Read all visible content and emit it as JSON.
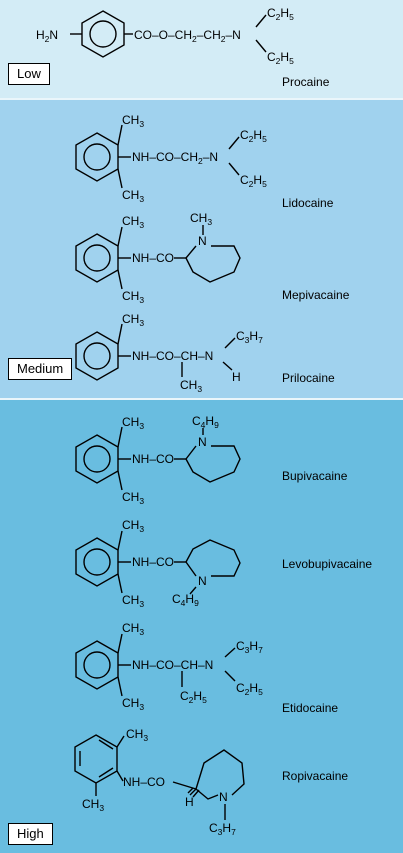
{
  "levels": {
    "low": "Low",
    "medium": "Medium",
    "high": "High"
  },
  "drugs": [
    {
      "id": "procaine",
      "name": "Procaine",
      "level": "low"
    },
    {
      "id": "lidocaine",
      "name": "Lidocaine",
      "level": "medium"
    },
    {
      "id": "mepivacaine",
      "name": "Mepivacaine",
      "level": "medium"
    },
    {
      "id": "prilocaine",
      "name": "Prilocaine",
      "level": "medium"
    },
    {
      "id": "bupivacaine",
      "name": "Bupivacaine",
      "level": "high"
    },
    {
      "id": "levobupivacaine",
      "name": "Levobupivacaine",
      "level": "high"
    },
    {
      "id": "etidocaine",
      "name": "Etidocaine",
      "level": "high"
    },
    {
      "id": "ropivacaine",
      "name": "Ropivacaine",
      "level": "high"
    }
  ],
  "formula": {
    "procaine": {
      "amine": "H",
      "amine_sub": "2",
      "amine_n": "N",
      "chain": "CO–O–CH",
      "chain_sub": "2",
      "chain_b": "–CH",
      "chain_b_sub": "2",
      "n": "–N",
      "r1": "C",
      "r1_sub": "2",
      "r1_b": "H",
      "r1_b_sub": "5",
      "r2": "C",
      "r2_sub": "2",
      "r2_b": "H",
      "r2_b_sub": "5"
    },
    "lidocaine": {
      "me_top": "CH",
      "me_top_sub": "3",
      "me_bot": "CH",
      "me_bot_sub": "3",
      "chain": "NH–CO–CH",
      "chain_sub": "2",
      "n": "–N",
      "r1": "C",
      "r1_sub": "2",
      "r1_b": "H",
      "r1_b_sub": "5",
      "r2": "C",
      "r2_sub": "2",
      "r2_b": "H",
      "r2_b_sub": "5"
    },
    "mepivacaine": {
      "me_top": "CH",
      "me_top_sub": "3",
      "me_bot": "CH",
      "me_bot_sub": "3",
      "chain": "NH–CO",
      "ring_n": "N",
      "n_sub": "CH",
      "n_sub_sub": "3"
    },
    "prilocaine": {
      "me_top": "CH",
      "me_top_sub": "3",
      "chain": "NH–CO–CH–N",
      "r1": "C",
      "r1_sub": "3",
      "r1_b": "H",
      "r1_b_sub": "7",
      "h": "H",
      "down": "CH",
      "down_sub": "3"
    },
    "bupivacaine": {
      "me_top": "CH",
      "me_top_sub": "3",
      "me_bot": "CH",
      "me_bot_sub": "3",
      "chain": "NH–CO",
      "ring_n": "N",
      "n_sub": "C",
      "n_sub_sub": "4",
      "n_sub_b": "H",
      "n_sub_b_sub": "9"
    },
    "levobupivacaine": {
      "me_top": "CH",
      "me_top_sub": "3",
      "me_bot": "CH",
      "me_bot_sub": "3",
      "chain": "NH–CO",
      "ring_n": "N",
      "n_sub": "C",
      "n_sub_sub": "4",
      "n_sub_b": "H",
      "n_sub_b_sub": "9"
    },
    "etidocaine": {
      "me_top": "CH",
      "me_top_sub": "3",
      "me_bot": "CH",
      "me_bot_sub": "3",
      "chain": "NH–CO–CH–N",
      "r1": "C",
      "r1_sub": "3",
      "r1_b": "H",
      "r1_b_sub": "7",
      "r2": "C",
      "r2_sub": "2",
      "r2_b": "H",
      "r2_b_sub": "5",
      "down": "C",
      "down_sub": "2",
      "down_b": "H",
      "down_b_sub": "5"
    },
    "ropivacaine": {
      "me_top": "CH",
      "me_top_sub": "3",
      "me_bot": "CH",
      "me_bot_sub": "3",
      "chain": "NH–CO",
      "h": "H",
      "ring_n": "N",
      "n_sub": "C",
      "n_sub_sub": "3",
      "n_sub_b": "H",
      "n_sub_b_sub": "7"
    }
  }
}
